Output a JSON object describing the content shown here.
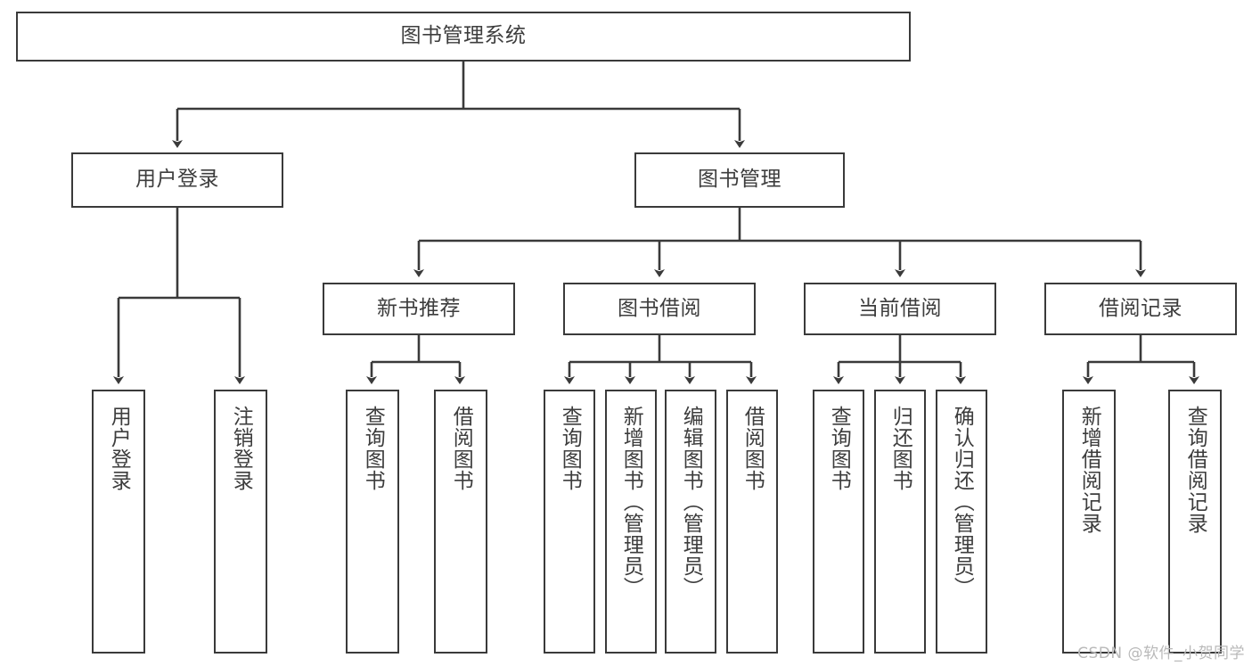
{
  "diagram": {
    "type": "tree",
    "title": "图书管理系统",
    "watermark": "CSDN @软件_小贺同学",
    "colors": {
      "box_border": "#3a3a3a",
      "box_fill": "#ffffff",
      "text": "#3d3d3d",
      "edge": "#3a3a3a",
      "watermark": "#b9b9b9",
      "background": "#ffffff"
    },
    "root": {
      "label": "图书管理系统"
    },
    "level2": [
      {
        "label": "用户登录"
      },
      {
        "label": "图书管理"
      }
    ],
    "level3": [
      {
        "label": "新书推荐"
      },
      {
        "label": "图书借阅"
      },
      {
        "label": "当前借阅"
      },
      {
        "label": "借阅记录"
      }
    ],
    "leaves": {
      "user_login": [
        {
          "label": "用户登录"
        },
        {
          "label": "注销登录"
        }
      ],
      "new_book_recommend": [
        {
          "label": "查询图书"
        },
        {
          "label": "借阅图书"
        }
      ],
      "book_borrow": [
        {
          "label": "查询图书"
        },
        {
          "label": "新增图书（管理员）"
        },
        {
          "label": "编辑图书（管理员）"
        },
        {
          "label": "借阅图书"
        }
      ],
      "current_borrow": [
        {
          "label": "查询图书"
        },
        {
          "label": "归还图书"
        },
        {
          "label": "确认归还（管理员）"
        }
      ],
      "borrow_records": [
        {
          "label": "新增借阅记录"
        },
        {
          "label": "查询借阅记录"
        }
      ]
    }
  }
}
